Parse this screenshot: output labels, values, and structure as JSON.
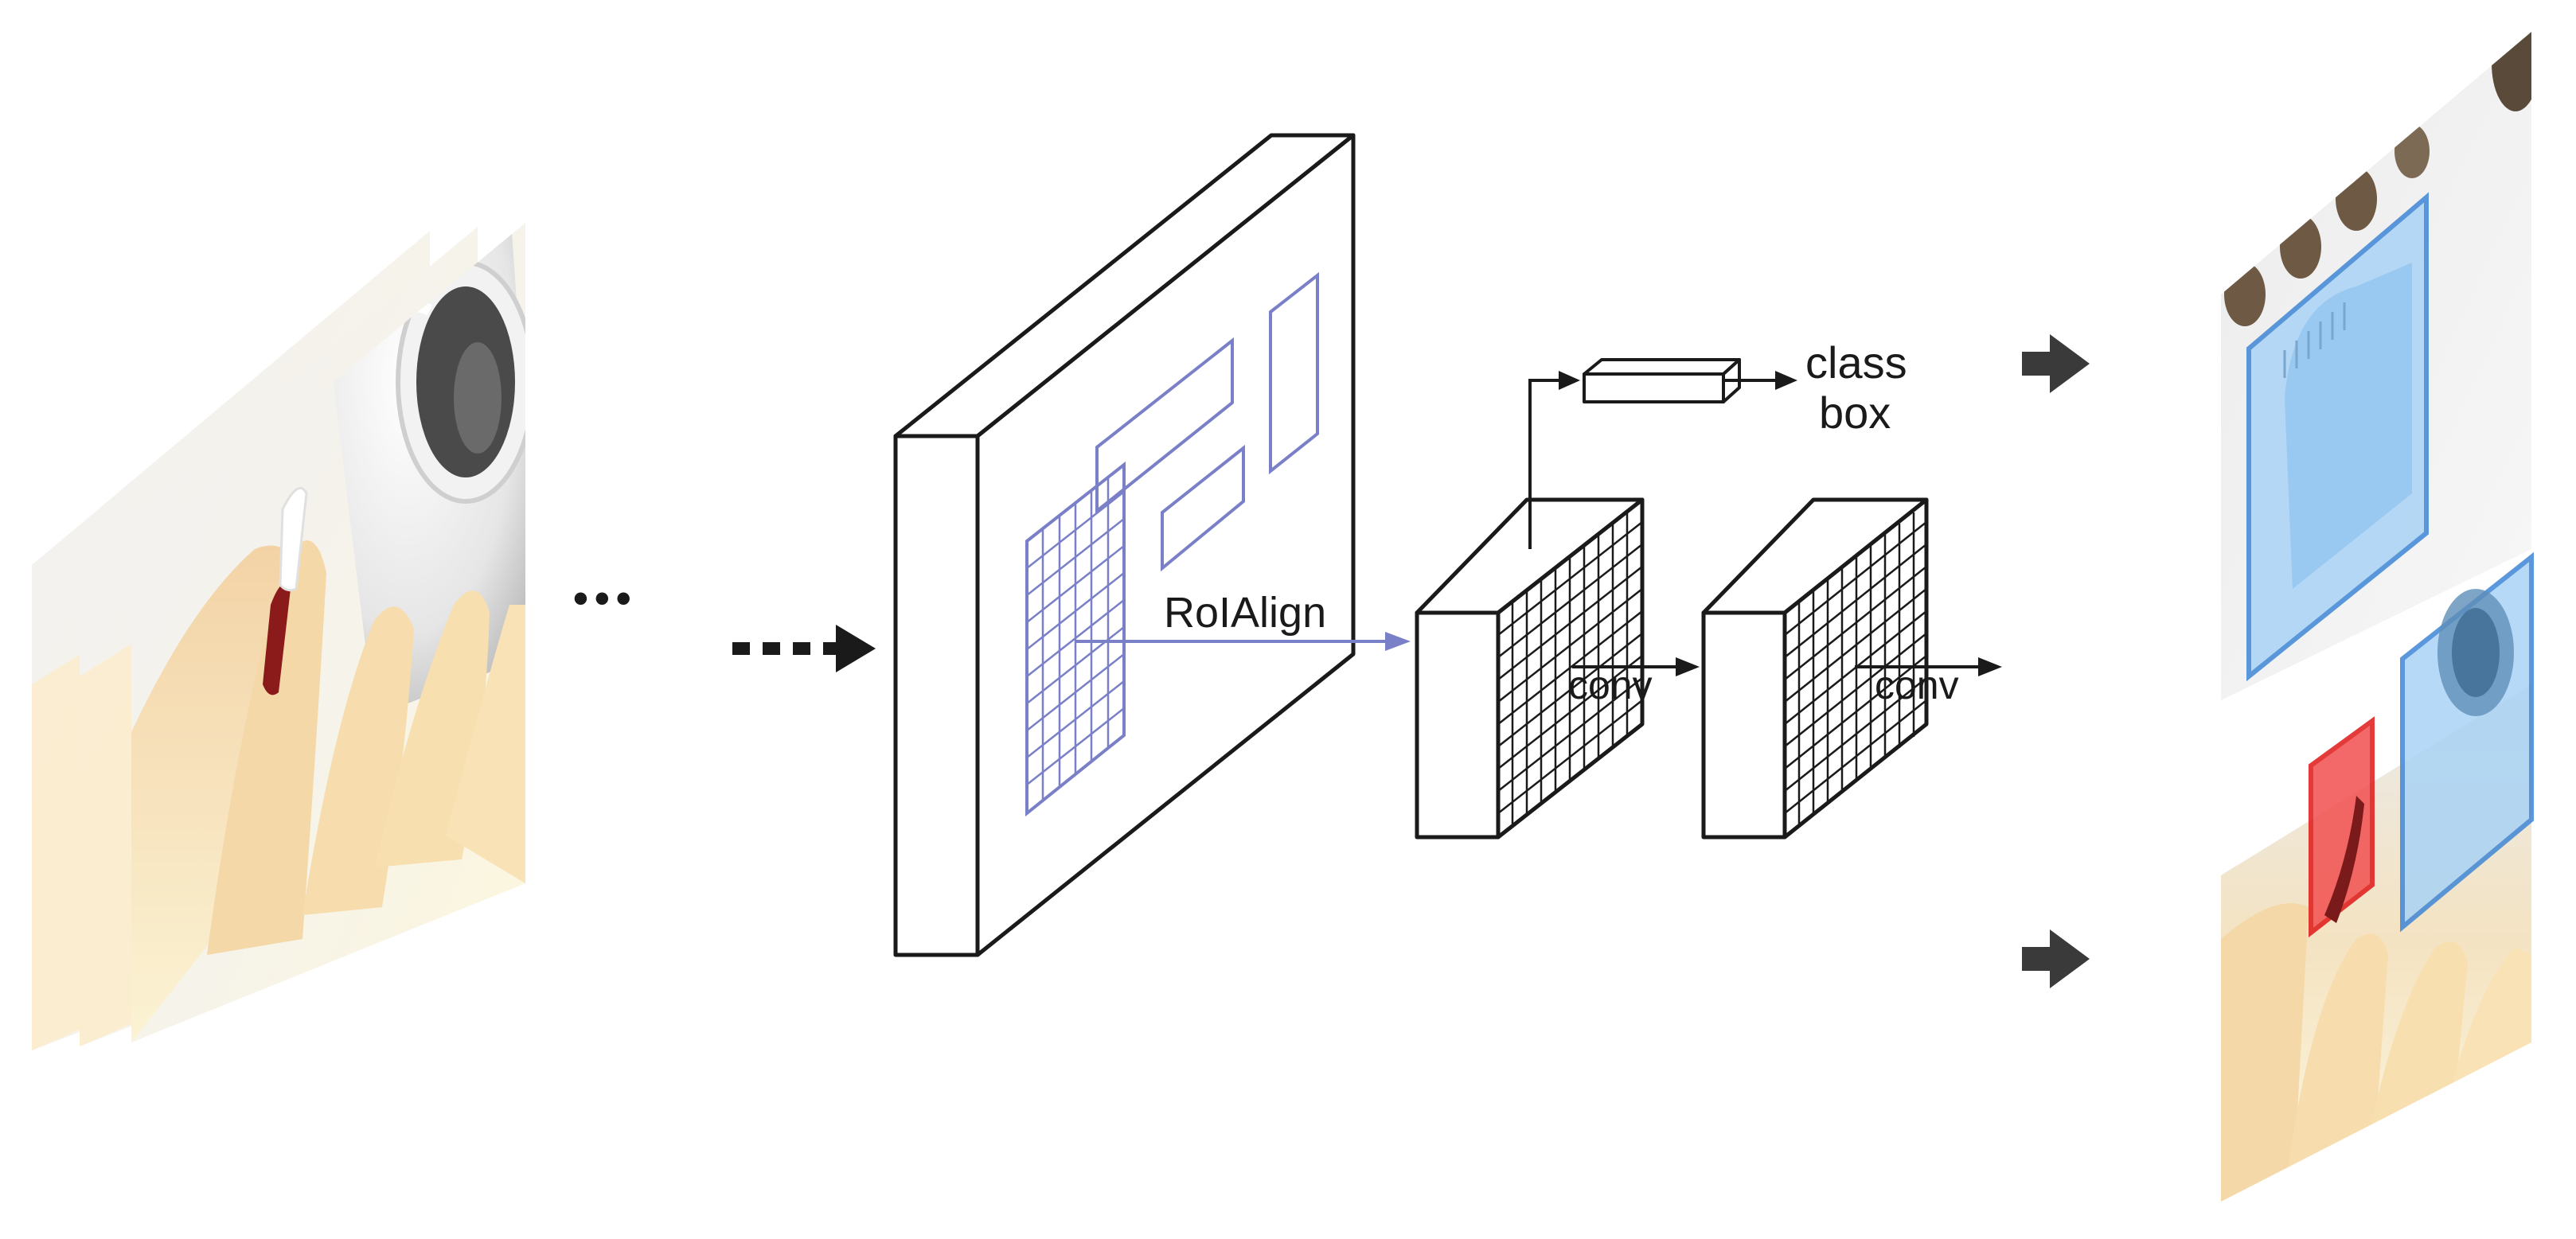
{
  "labels": {
    "roi_align": "RoIAlign",
    "conv_1": "conv",
    "conv_2": "conv",
    "class": "class",
    "box": "box",
    "ellipsis": "•••"
  },
  "colors": {
    "background": "#ffffff",
    "outline": "#1a1a1a",
    "roi_blue": "#7a80c8",
    "mask_blue": "#a9d3f5",
    "mask_blue_edge": "#3f86d6",
    "mask_red": "#f25050",
    "mask_red_edge": "#e01818",
    "skin": "#f6dfb4",
    "gray": "#dcdcdc"
  }
}
